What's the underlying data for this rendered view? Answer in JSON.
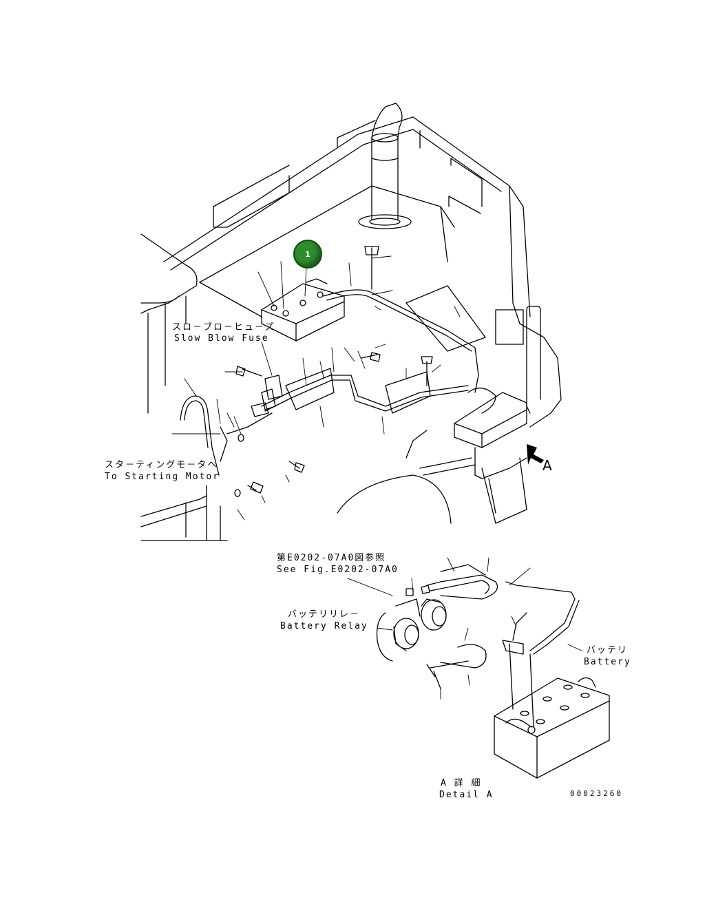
{
  "callout": {
    "number": "1",
    "color": "#2e8b2e"
  },
  "labels": {
    "slow_blow_fuse_jp": "スロ－ブロ－ヒュ－ズ",
    "slow_blow_fuse_en": "Slow Blow Fuse",
    "starting_motor_jp": "スタ－ティングモ－タヘ",
    "starting_motor_en": "To Starting Motor",
    "view_arrow": "A",
    "see_fig_jp": "第E0202-07A0図参照",
    "see_fig_en": "See Fig.E0202-07A0",
    "battery_relay_jp": "バッテリリレ－",
    "battery_relay_en": "Battery Relay",
    "battery_jp": "バッテリ",
    "battery_en": "Battery",
    "detail_jp": "A 詳 細",
    "detail_en": "Detail A",
    "drawing_number": "00023260"
  },
  "icons": [
    "view-direction-arrow-icon"
  ]
}
